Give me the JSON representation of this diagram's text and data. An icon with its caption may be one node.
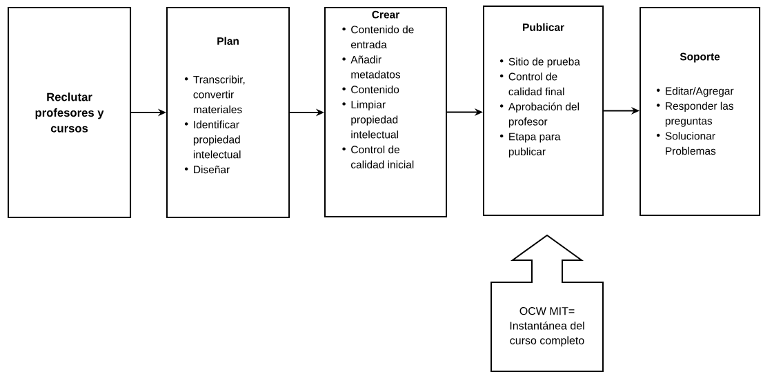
{
  "diagram": {
    "nodes": [
      {
        "text": [
          "Reclutar profesores y cursos"
        ]
      },
      {
        "text": [
          "Plan",
          "Transcribir, convertir materiales",
          "Identificar propiedad intelectual",
          "Diseñar"
        ]
      },
      {
        "text": [
          "Crear",
          "Contenido de entrada",
          "Añadir metadatos",
          "Contenido",
          "Limpiar propiedad intelectual",
          "Control de calidad inicial"
        ]
      },
      {
        "text": [
          "Publicar",
          "Sitio de prueba",
          "Control de calidad final",
          "Aprobación del profesor",
          "Etapa para publicar"
        ]
      },
      {
        "text": [
          "Soporte",
          "Editar/Agregar",
          "Responder las preguntas",
          "Solucionar Problemas"
        ]
      },
      {
        "text": [
          "OCW MIT= Instantánea del curso completo"
        ]
      }
    ],
    "edges": [
      {
        "from": 0,
        "to": 1,
        "arrow": "to"
      },
      {
        "from": 1,
        "to": 2,
        "arrow": "to"
      },
      {
        "from": 2,
        "to": 3,
        "arrow": "to"
      },
      {
        "from": 3,
        "to": 4,
        "arrow": "to"
      },
      {
        "from": 5,
        "to": 3,
        "arrow": "to",
        "style": "thick"
      }
    ]
  }
}
